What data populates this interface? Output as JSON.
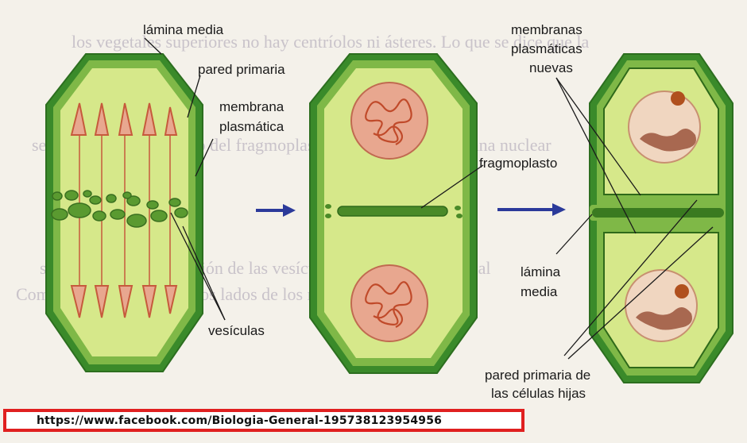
{
  "labels": {
    "lamina_media_top": "lámina media",
    "pared_primaria": "pared primaria",
    "membrana_1": "membrana",
    "membrana_2": "plasmática",
    "vesiculas": "vesículas",
    "membranas_nuevas_1": "membranas",
    "membranas_nuevas_2": "plasmáticas",
    "membranas_nuevas_3": "nuevas",
    "fragmoplasto": "fragmoplasto",
    "lamina_media_1": "lámina",
    "lamina_media_2": "media",
    "pared_hijas_1": "pared primaria de",
    "pared_hijas_2": "las células hijas"
  },
  "background_text": {
    "line1": "los vegetales superiores no hay centríolos ni ásteres. Lo que se dice que la",
    "line2": "se desarrolla en el centro del fragmoplasto. Se forma la membrana nuclear",
    "line3": "se caracteriza por la unión de las vesículas en el plano ecuatorial",
    "line4": "Como se representa a ambos lados de los microtúbulos del huso"
  },
  "footer": {
    "url": "https://www.facebook.com/Biologia-General-195738123954956"
  },
  "colors": {
    "cell_wall": "#3a8a2a",
    "cytoplasm": "#d6e88a",
    "nucleus": "#e8a78f",
    "chromatin": "#c85a3a",
    "arrow": "#2b3a9a",
    "link_border": "#e02020"
  }
}
